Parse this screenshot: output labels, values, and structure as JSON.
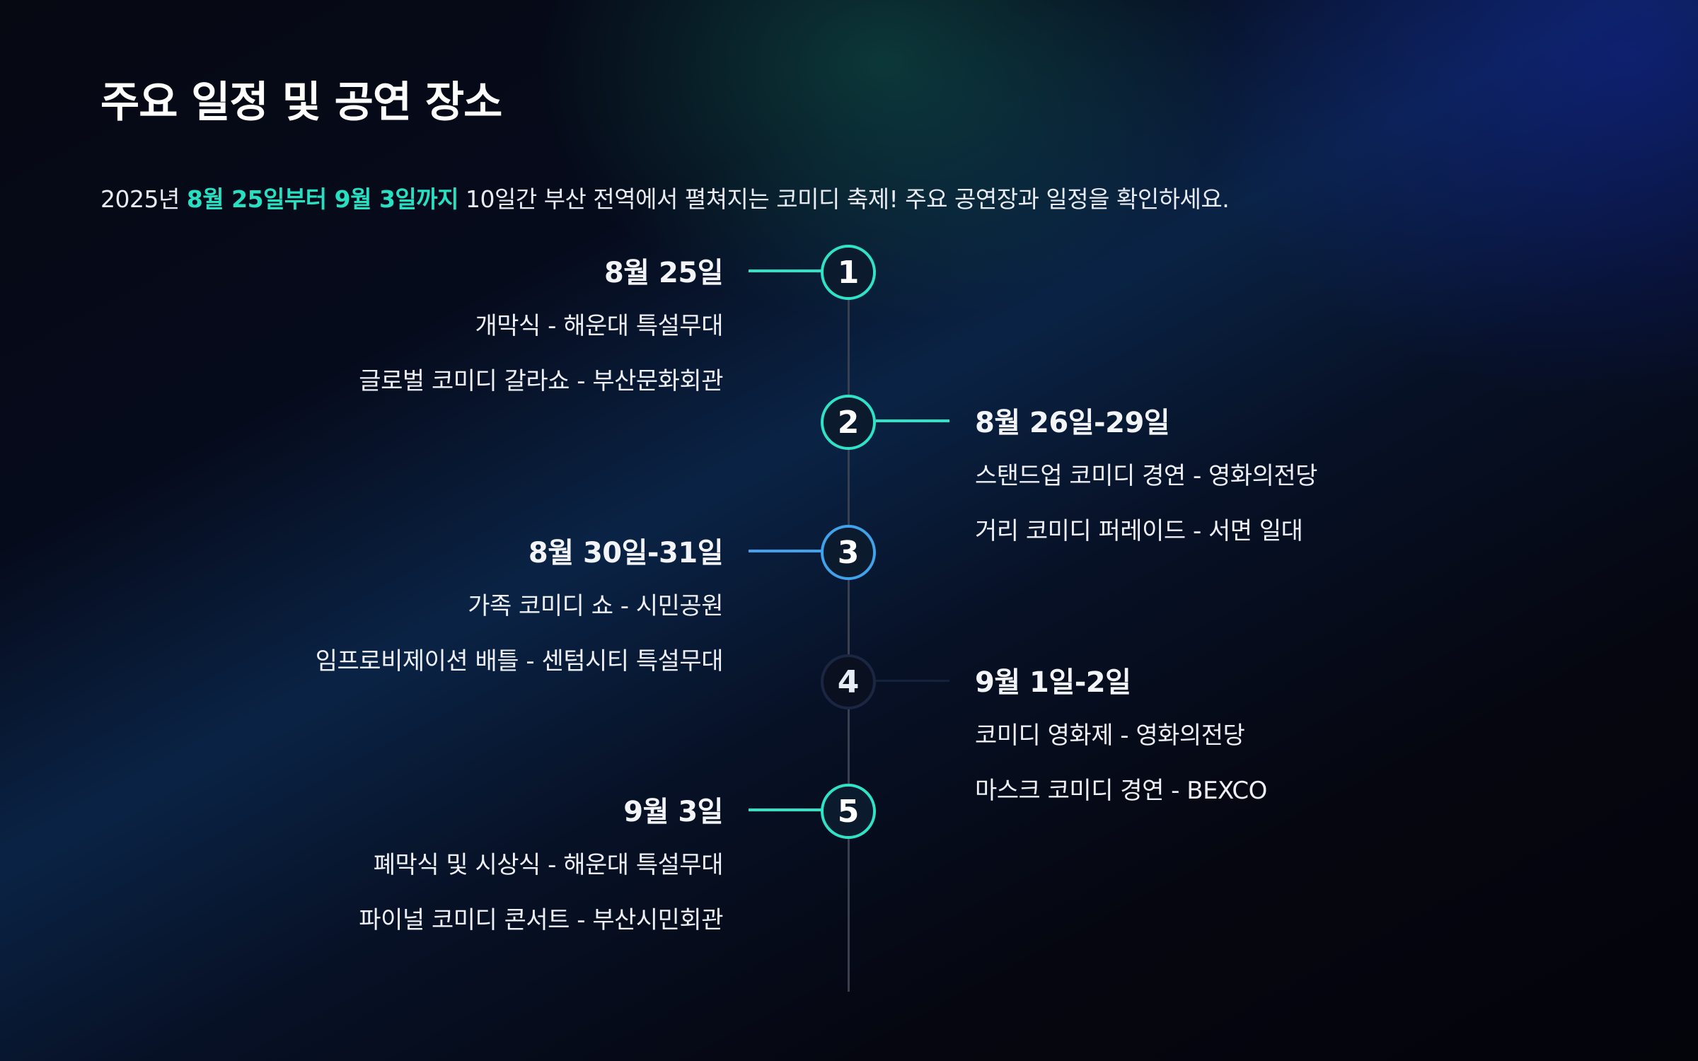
{
  "title": "주요 일정 및 공연 장소",
  "intro": {
    "prefix": "2025년 ",
    "highlight": "8월 25일부터 9월 3일까지",
    "suffix": " 10일간 부산 전역에서 펼쳐지는 코미디 축제! 주요 공연장과 일정을 확인하세요."
  },
  "timeline": [
    {
      "number": "1",
      "date": "8월 25일",
      "items": [
        "개막식 - 해운대 특설무대",
        "글로벌 코미디 갈라쇼 - 부산문화회관"
      ]
    },
    {
      "number": "2",
      "date": "8월 26일-29일",
      "items": [
        "스탠드업 코미디 경연 - 영화의전당",
        "거리 코미디 퍼레이드 - 서면 일대"
      ]
    },
    {
      "number": "3",
      "date": "8월 30일-31일",
      "items": [
        "가족 코미디 쇼 - 시민공원",
        "임프로비제이션 배틀 - 센텀시티 특설무대"
      ]
    },
    {
      "number": "4",
      "date": "9월 1일-2일",
      "items": [
        "코미디 영화제 - 영화의전당",
        "마스크 코미디 경연 - BEXCO"
      ]
    },
    {
      "number": "5",
      "date": "9월 3일",
      "items": [
        "폐막식 및 시상식 - 해운대 특설무대",
        "파이널 코미디 콘서트 - 부산시민회관"
      ]
    }
  ],
  "colors": {
    "accent": "#27e0c2",
    "node_teal": "#2fe3c6",
    "node_blue": "#3fa2ea",
    "node_dim": "#1b2742",
    "axis": "#3b4050",
    "background": "#05060f"
  }
}
